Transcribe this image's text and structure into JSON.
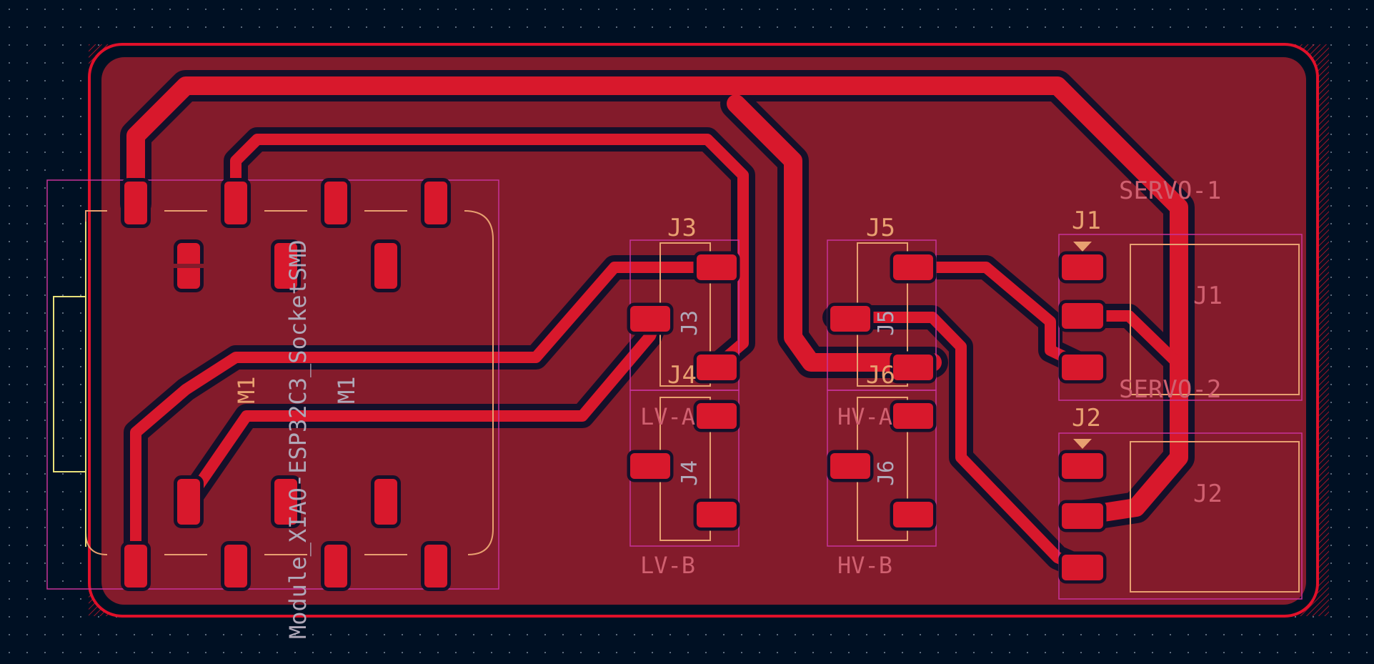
{
  "colors": {
    "background": "#001023",
    "grid_dot": "#6b7a8a",
    "copper_fill": "#831b2b",
    "outline": "#e0102a",
    "trace": "#d8182c",
    "trace_clearance": "#14102a",
    "pad": "#d8182c",
    "courtyard": "#c8329a",
    "silk": "#e8a070",
    "fab_text": "#b0a8b8",
    "usb": "#e8e07a"
  },
  "labels": {
    "module_value": "Module_XIAO-ESP32C3_SocketSMD",
    "m1_ref": "M1",
    "m1_fab": "M1",
    "j3_ref": "J3",
    "j3_fab": "J3",
    "j4_ref": "J4",
    "j4_fab": "J4",
    "j5_ref": "J5",
    "j5_fab": "J5",
    "j6_ref": "J6",
    "j6_fab": "J6",
    "lv_a": "LV-A",
    "lv_b": "LV-B",
    "hv_a": "HV-A",
    "hv_b": "HV-B",
    "j1_ref": "J1",
    "j1_fab": "J1",
    "j2_ref": "J2",
    "j2_fab": "J2",
    "servo1": "SERVO-1",
    "servo2": "SERVO-2"
  }
}
